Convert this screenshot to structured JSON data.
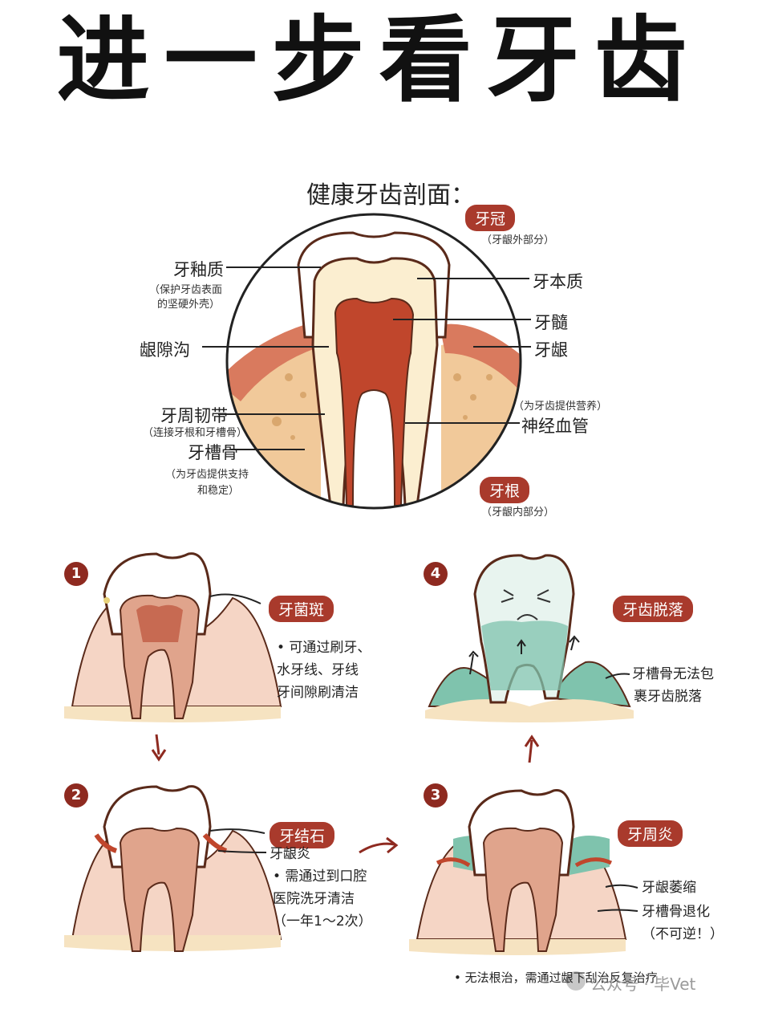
{
  "title": "进一步看牙齿",
  "subtitle": "健康牙齿剖面：",
  "labels": {
    "crown": "牙冠",
    "crown_note": "（牙龈外部分）",
    "enamel": "牙釉质",
    "enamel_note_1": "（保护牙齿表面",
    "enamel_note_2": "的坚硬外壳）",
    "dentin": "牙本质",
    "pulp": "牙髓",
    "gum": "牙龈",
    "sulcus": "龈隙沟",
    "ligament": "牙周韧带",
    "ligament_note": "（连接牙根和牙槽骨）",
    "gum_note": "（为牙齿提供营养）",
    "nerves": "神经血管",
    "bone": "牙槽骨",
    "bone_note_1": "（为牙齿提供支持",
    "bone_note_2": "和稳定）",
    "root": "牙根",
    "root_note": "（牙龈内部分）"
  },
  "stages": [
    {
      "num": "1",
      "tag": "牙菌斑",
      "desc": "• 可通过刷牙、\n水牙线、牙线\n牙间隙刷清洁"
    },
    {
      "num": "2",
      "tag": "牙结石",
      "sub": "牙龈炎",
      "desc": "• 需通过到口腔\n医院洗牙清洁\n（一年1～2次）"
    },
    {
      "num": "3",
      "tag": "牙周炎",
      "sub1": "牙龈萎缩",
      "sub2": "牙槽骨退化",
      "sub3": "（不可逆！）"
    },
    {
      "num": "4",
      "tag": "牙齿脱落",
      "sub1": "牙槽骨无法包",
      "sub2": "裹牙齿脱落"
    }
  ],
  "footer_note": "• 无法根治，需通过龈下刮治反复治疗",
  "watermark": "公众号 · 毕Vet",
  "colors": {
    "enamel": "#ffffff",
    "dentin": "#fbeed0",
    "pulp": "#c0462c",
    "gum": "#d97a5e",
    "bone": "#f1c99a",
    "tag": "#a93a2c",
    "tartar": "#7fc3ad"
  }
}
